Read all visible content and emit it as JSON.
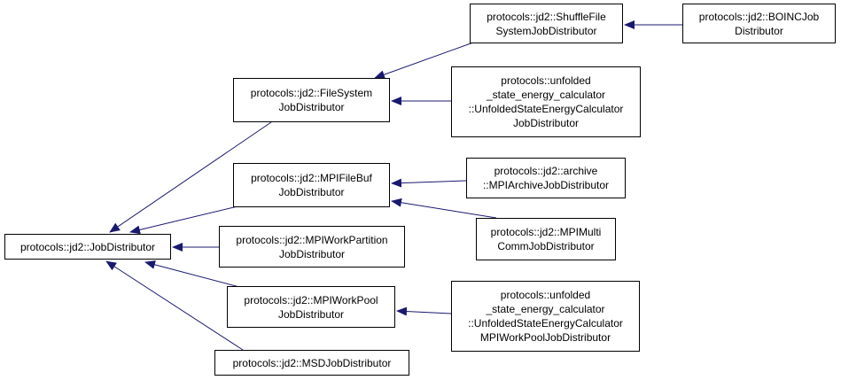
{
  "colors": {
    "edge": "#191970",
    "border": "#000000",
    "background": "#ffffff"
  },
  "nodes": [
    {
      "id": "base",
      "lines": [
        "protocols::jd2::JobDistributor"
      ]
    },
    {
      "id": "filesystem",
      "lines": [
        "protocols::jd2::FileSystem",
        "JobDistributor"
      ]
    },
    {
      "id": "shufflefs",
      "lines": [
        "protocols::jd2::ShuffleFile",
        "SystemJobDistributor"
      ]
    },
    {
      "id": "boinc",
      "lines": [
        "protocols::jd2::BOINCJob",
        "Distributor"
      ]
    },
    {
      "id": "unfolded1",
      "lines": [
        "protocols::unfolded",
        "_state_energy_calculator",
        "::UnfoldedStateEnergyCalculator",
        "JobDistributor"
      ]
    },
    {
      "id": "mpifilebuf",
      "lines": [
        "protocols::jd2::MPIFileBuf",
        "JobDistributor"
      ]
    },
    {
      "id": "mpiarchive",
      "lines": [
        "protocols::jd2::archive",
        "::MPIArchiveJobDistributor"
      ]
    },
    {
      "id": "mpimulti",
      "lines": [
        "protocols::jd2::MPIMulti",
        "CommJobDistributor"
      ]
    },
    {
      "id": "mpiworkpartition",
      "lines": [
        "protocols::jd2::MPIWorkPartition",
        "JobDistributor"
      ]
    },
    {
      "id": "mpiworkpool",
      "lines": [
        "protocols::jd2::MPIWorkPool",
        "JobDistributor"
      ]
    },
    {
      "id": "unfolded2",
      "lines": [
        "protocols::unfolded",
        "_state_energy_calculator",
        "::UnfoldedStateEnergyCalculator",
        "MPIWorkPoolJobDistributor"
      ]
    },
    {
      "id": "msd",
      "lines": [
        "protocols::jd2::MSDJobDistributor"
      ]
    }
  ],
  "edges": [
    {
      "from": "filesystem",
      "to": "base"
    },
    {
      "from": "mpifilebuf",
      "to": "base"
    },
    {
      "from": "mpiworkpartition",
      "to": "base"
    },
    {
      "from": "mpiworkpool",
      "to": "base"
    },
    {
      "from": "msd",
      "to": "base"
    },
    {
      "from": "shufflefs",
      "to": "filesystem"
    },
    {
      "from": "unfolded1",
      "to": "filesystem"
    },
    {
      "from": "boinc",
      "to": "shufflefs"
    },
    {
      "from": "mpiarchive",
      "to": "mpifilebuf"
    },
    {
      "from": "mpimulti",
      "to": "mpifilebuf"
    },
    {
      "from": "unfolded2",
      "to": "mpiworkpool"
    }
  ]
}
